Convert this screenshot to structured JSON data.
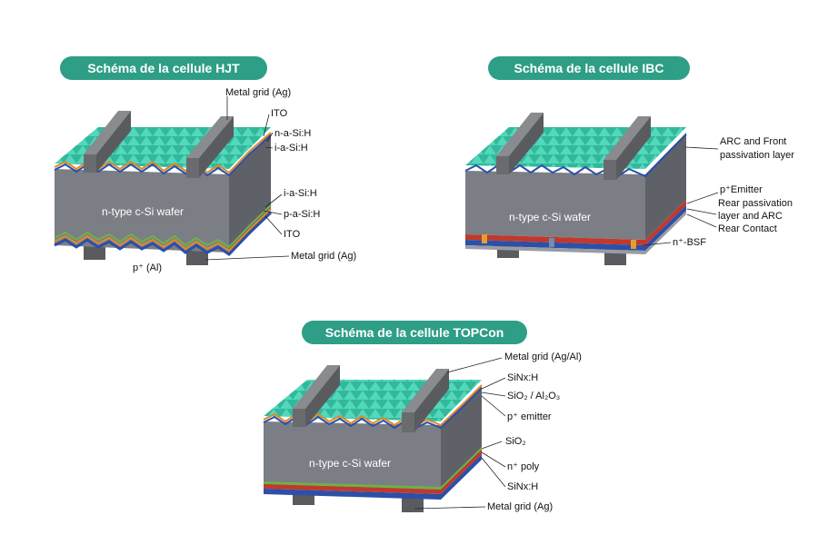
{
  "hjt": {
    "title": "Schéma de la cellule HJT",
    "wafer": "n-type c-Si wafer",
    "labels": {
      "metal_grid_top": "Metal grid (Ag)",
      "ito_top": "ITO",
      "n_a_si": "n-a-Si:H",
      "i_a_si_top": "i-a-Si:H",
      "i_a_si_bottom": "i-a-Si:H",
      "p_a_si": "p-a-Si:H",
      "ito_bottom": "ITO",
      "metal_grid_bottom": "Metal grid (Ag)",
      "p_al": "p⁺ (Al)"
    }
  },
  "ibc": {
    "title": "Schéma de la cellule IBC",
    "wafer": "n-type c-Si wafer",
    "labels": {
      "arc_front_1": "ARC and Front",
      "arc_front_2": "passivation layer",
      "p_emitter": "p⁺Emitter",
      "rear_passivation_1": "Rear passivation",
      "rear_passivation_2": "layer and ARC",
      "rear_contact": "Rear Contact",
      "n_bsf": "n⁺-BSF"
    }
  },
  "topcon": {
    "title": "Schéma de la cellule TOPCon",
    "wafer": "n-type c-Si wafer",
    "labels": {
      "metal_grid_top": "Metal grid (Ag/Al)",
      "sinx_top": "SiNx:H",
      "sio2_al2o3": "SiO₂ / Al₂O₃",
      "p_emitter": "p⁺ emitter",
      "sio2": "SiO₂",
      "n_poly": "n⁺ poly",
      "sinx_bottom": "SiNx:H",
      "metal_grid_bottom": "Metal grid (Ag)"
    }
  },
  "colors": {
    "title_pill": "#2e9e86",
    "texture": "#3ec9ac",
    "wafer_front": "#7c7e86",
    "wafer_side": "#5f6168",
    "finger": "#6a6b6f",
    "layer_blue": "#2c4fa8",
    "layer_red": "#c0392b",
    "layer_orange": "#e08a2a",
    "layer_green": "#6fb04a"
  }
}
